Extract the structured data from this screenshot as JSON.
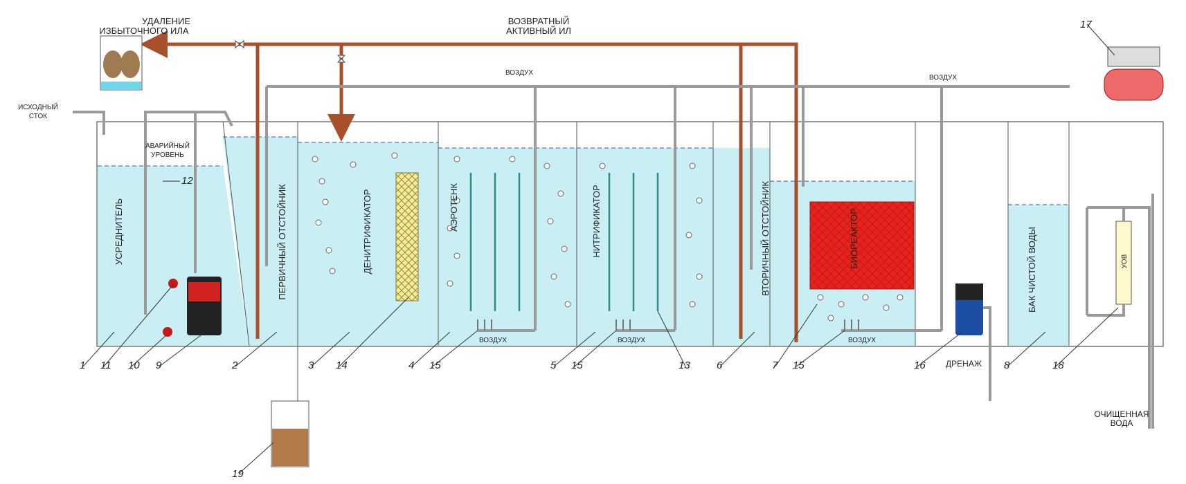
{
  "labels": {
    "remove_sludge_1": "УДАЛЕНИЕ",
    "remove_sludge_2": "ИЗБЫТОЧНОГО ИЛА",
    "return_sludge_1": "ВОЗВРАТНЫЙ",
    "return_sludge_2": "АКТИВНЫЙ ИЛ",
    "air_top_left": "ВОЗДУХ",
    "air_top_right": "ВОЗДУХ",
    "inlet_1": "ИСХОДНЫЙ",
    "inlet_2": "СТОК",
    "emergency_1": "АВАРИЙНЫЙ",
    "emergency_2": "УРОВЕНЬ",
    "drainage": "ДРЕНАЖ",
    "clean_water_1": "ОЧИЩЕННАЯ",
    "clean_water_2": "ВОДА",
    "uov": "УОВ",
    "air_bottom_1": "ВОЗДУХ",
    "air_bottom_2": "ВОЗДУХ",
    "air_bottom_3": "ВОЗДУХ"
  },
  "tanks": {
    "t1": "УСРЕДНИТЕЛЬ",
    "t2": "ПЕРВИЧНЫЙ ОТСТОЙНИК",
    "t3": "ДЕНИТРИФИКАТОР",
    "t4": "АЭРОТЕНК",
    "t5": "НИТРИФИКАТОР",
    "t6": "ВТОРИЧНЫЙ ОТСТОЙНИК",
    "t7": "БИОРЕАКТОР",
    "t8": "БАК ЧИСТОЙ ВОДЫ"
  },
  "numbers": {
    "n1": "1",
    "n2": "2",
    "n3": "3",
    "n4": "4",
    "n5": "5",
    "n6": "6",
    "n7": "7",
    "n8": "8",
    "n9": "9",
    "n10": "10",
    "n11": "11",
    "n12": "12",
    "n13": "13",
    "n14": "14",
    "n15a": "15",
    "n15b": "15",
    "n15c": "15",
    "n16": "16",
    "n17": "17",
    "n18": "18",
    "n19": "19"
  },
  "colors": {
    "water": "#c9eef3",
    "tank_outline": "#555555",
    "sludge_pipe": "#a84f2c",
    "air_pipe": "#bfbfbf",
    "plant": "#2e8b8b",
    "bioreactor": "#e8221c",
    "filter": "#f3ea9a"
  }
}
